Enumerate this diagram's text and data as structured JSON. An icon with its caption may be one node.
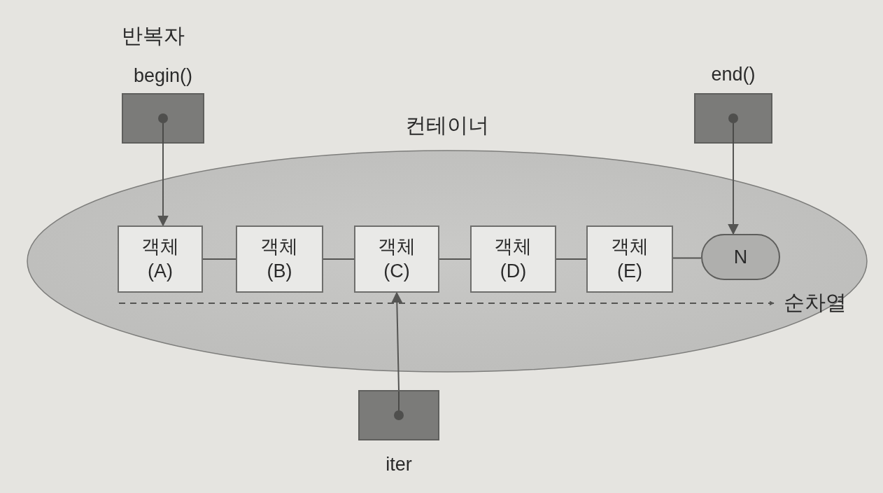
{
  "diagram": {
    "nodes": [
      {
        "text": [
          "컨테이너"
        ]
      },
      {
        "text": [
          "객체 (A)"
        ],
        "in": 0
      },
      {
        "text": [
          "객체 (B)"
        ],
        "in": 0
      },
      {
        "text": [
          "객체 (C)"
        ],
        "in": 0
      },
      {
        "text": [
          "객체 (D)"
        ],
        "in": 0
      },
      {
        "text": [
          "객체 (E)"
        ],
        "in": 0
      },
      {
        "text": [
          "N"
        ],
        "in": 0
      },
      {
        "text": [
          "begin()"
        ]
      },
      {
        "text": [
          "end()"
        ]
      },
      {
        "text": [
          "iter"
        ]
      }
    ],
    "edges": [
      {
        "from": 7,
        "to": 1,
        "arrow": "to"
      },
      {
        "from": 8,
        "to": 6,
        "arrow": "to"
      },
      {
        "from": 9,
        "to": 3,
        "arrow": "to"
      },
      {
        "from": 1,
        "to": 2,
        "arrow": "none"
      },
      {
        "from": 2,
        "to": 3,
        "arrow": "none"
      },
      {
        "from": 3,
        "to": 4,
        "arrow": "none"
      },
      {
        "from": 4,
        "to": 5,
        "arrow": "none"
      },
      {
        "from": 5,
        "to": 6,
        "arrow": "none"
      }
    ],
    "labels": [
      "반복자",
      "순차열"
    ]
  }
}
